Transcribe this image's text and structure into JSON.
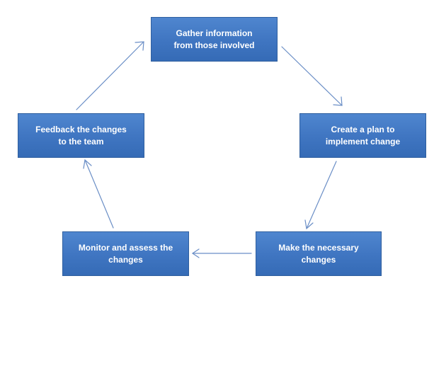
{
  "diagram": {
    "nodes": {
      "gather": "Gather information\nfrom those involved",
      "plan": "Create a plan to\nimplement change",
      "make": "Make the necessary\nchanges",
      "monitor": "Monitor and assess the\nchanges",
      "feedback": "Feedback the changes\nto the team"
    },
    "colors": {
      "node_fill": "#4278c3",
      "node_border": "#2f5f9f",
      "node_text": "#ffffff",
      "arrow": "#6a8ec6"
    },
    "edges": [
      {
        "from": "gather",
        "to": "plan"
      },
      {
        "from": "plan",
        "to": "make"
      },
      {
        "from": "make",
        "to": "monitor"
      },
      {
        "from": "monitor",
        "to": "feedback"
      },
      {
        "from": "feedback",
        "to": "gather"
      }
    ]
  }
}
